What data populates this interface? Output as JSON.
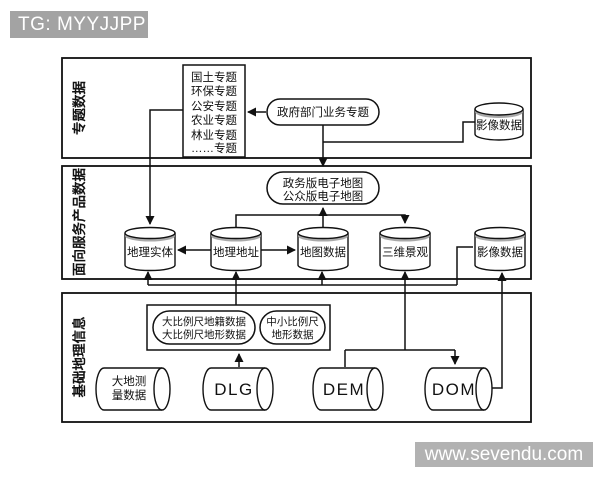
{
  "header": {
    "tag": "TG: MYYJJPP"
  },
  "watermark": {
    "text": "www.sevendu.com"
  },
  "colors": {
    "header_bg": "#a3a3a3",
    "watermark_bg": "#b2b2b2",
    "line": "#111111",
    "fill": "#ffffff",
    "cylinder_rim": "#a9a9a9"
  },
  "sections": {
    "thematic": {
      "label": "专题数据"
    },
    "service": {
      "label": "面向服务产品数据"
    },
    "basic": {
      "label": "基础地理信息"
    }
  },
  "nodes": {
    "topics_list": {
      "lines": [
        "国土专题",
        "环保专题",
        "公安专题",
        "农业专题",
        "林业专题",
        "……专题"
      ]
    },
    "gov_topics": {
      "label": "政府部门业务专题"
    },
    "image_top": {
      "label": "影像数据"
    },
    "emap": {
      "lines": [
        "政务版电子地图",
        "公众版电子地图"
      ]
    },
    "geo_entity": {
      "label": "地理实体"
    },
    "geo_address": {
      "label": "地理地址"
    },
    "map_data": {
      "label": "地图数据"
    },
    "scene3d": {
      "label": "三维景观"
    },
    "image_mid": {
      "label": "影像数据"
    },
    "cadastre": {
      "lines": [
        "大比例尺地籍数据",
        "大比例尺地形数据"
      ]
    },
    "midsmall": {
      "lines": [
        "中小比例尺",
        "地形数据"
      ]
    },
    "geodesy": {
      "lines": [
        "大地测",
        "量数据"
      ]
    },
    "dlg": {
      "label": "DLG"
    },
    "dem": {
      "label": "DEM"
    },
    "dom": {
      "label": "DOM"
    }
  }
}
